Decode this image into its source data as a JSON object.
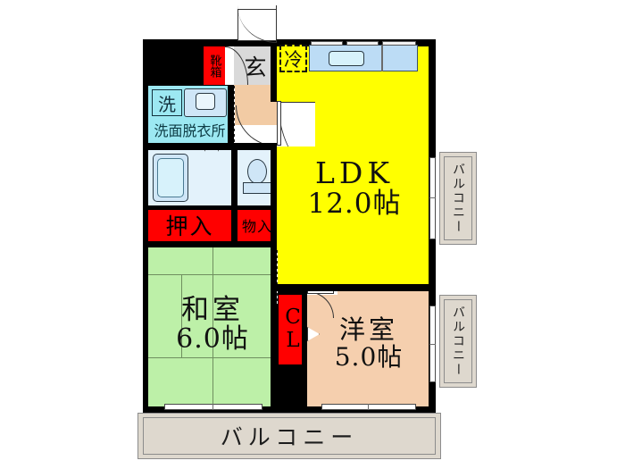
{
  "plan": {
    "type": "japanese-apartment-floor-plan",
    "layout_code": "2LDK",
    "rooms": [
      {
        "id": "ldk",
        "name": "LDK",
        "size": "12.0帖",
        "color": "#ffff00"
      },
      {
        "id": "washitsu",
        "name": "和室",
        "size": "6.0帖",
        "color": "#bdf0a8"
      },
      {
        "id": "yoshitsu",
        "name": "洋室",
        "size": "5.0帖",
        "color": "#f5cfae"
      }
    ],
    "labels": {
      "ldk_name": "LDK",
      "ldk_size": "12.0帖",
      "washitsu_name": "和室",
      "washitsu_size": "6.0帖",
      "yoshitsu_name": "洋室",
      "yoshitsu_size": "5.0帖",
      "balcony_bottom": "バルコニー",
      "balcony_right_upper": "バルコニー",
      "balcony_right_lower": "バルコニー",
      "genkan": "玄",
      "getabako": "靴箱",
      "refrigerator": "冷",
      "washer": "洗",
      "sanitary": "洗面脱衣所",
      "oshiire": "押入",
      "monoire": "物入",
      "closet": "CL"
    },
    "colors": {
      "wall": "#000000",
      "ldk": "#ffff00",
      "washitsu": "#bdf0a8",
      "yoshitsu": "#f5cfae",
      "balcony": "#ded8ce",
      "sanitary": "#9ce8f2",
      "bathroom": "#e3f2fb",
      "genkan": "#d9d9d9",
      "hall": "#f2cba4",
      "storage_red": "#ff0000",
      "fixture_blue": "#cfe6f7"
    }
  }
}
